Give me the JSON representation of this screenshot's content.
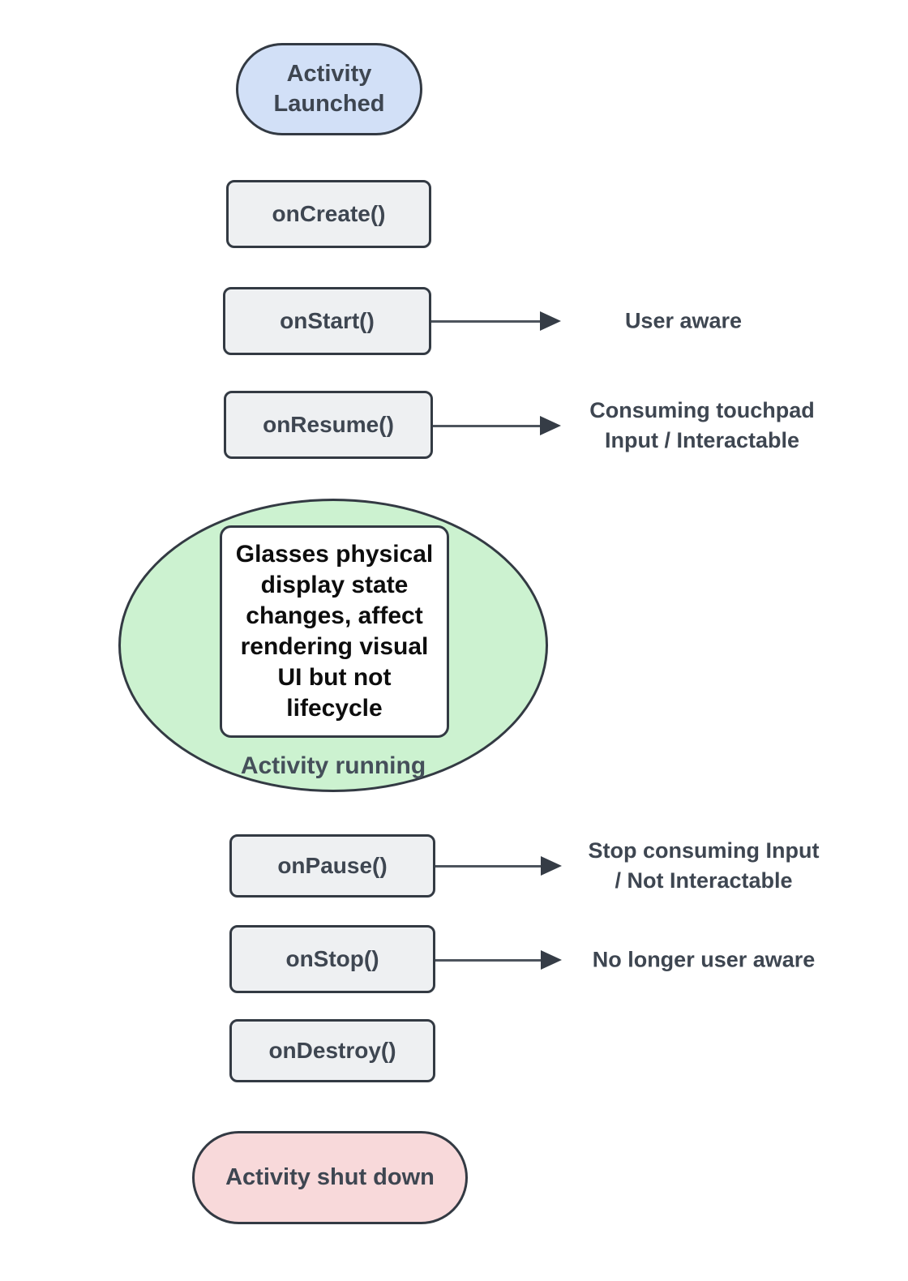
{
  "colors": {
    "launched_fill": "#d2e0f7",
    "lifecycle_box_fill": "#eef0f2",
    "running_fill": "#ccf2d0",
    "shutdown_fill": "#f8d9da",
    "note_fill": "#ffffff",
    "border": "#333a43",
    "label_text": "#3e4651",
    "note_text": "#0d0d0d",
    "arrow": "#4d545d"
  },
  "nodes": {
    "launched": {
      "label": "Activity\nLaunched"
    },
    "oncreate": {
      "label": "onCreate()"
    },
    "onstart": {
      "label": "onStart()",
      "annotation": "User aware"
    },
    "onresume": {
      "label": "onResume()",
      "annotation": "Consuming touchpad\nInput / Interactable"
    },
    "running": {
      "label": "Activity running",
      "note": "Glasses physical\ndisplay state\nchanges, affect\nrendering visual\nUI but not\nlifecycle"
    },
    "onpause": {
      "label": "onPause()",
      "annotation": "Stop consuming Input\n/ Not Interactable"
    },
    "onstop": {
      "label": "onStop()",
      "annotation": "No longer user aware"
    },
    "ondestroy": {
      "label": "onDestroy()"
    },
    "shutdown": {
      "label": "Activity shut down"
    }
  }
}
